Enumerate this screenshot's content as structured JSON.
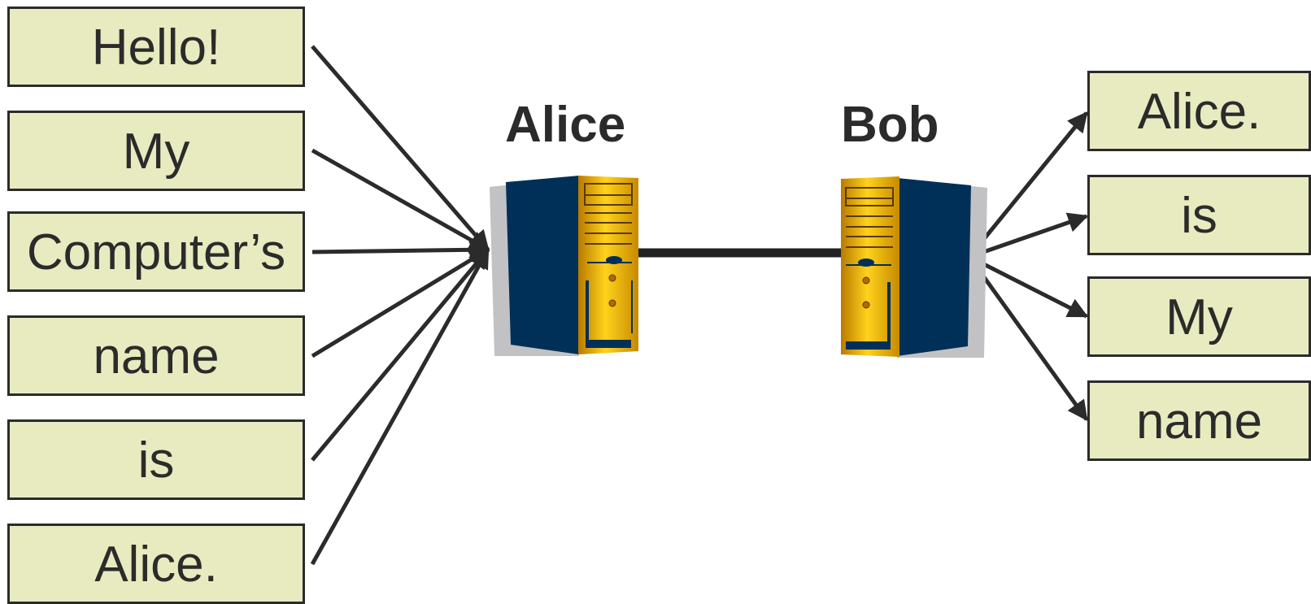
{
  "sender": {
    "name": "Alice",
    "words": [
      "Hello!",
      "My",
      "Computer’s",
      "name",
      "is",
      "Alice."
    ]
  },
  "receiver": {
    "name": "Bob",
    "words": [
      "Alice.",
      "is",
      "My",
      "name"
    ]
  },
  "colors": {
    "box_fill": "#e8ebbf",
    "box_border": "#2b2b2b",
    "text": "#2b2b2b",
    "computer_front": "#e0a400",
    "computer_side": "#003058",
    "computer_shadow": "#c2c2c4",
    "link": "#2b2b2b"
  },
  "icons": [
    "computer-icon",
    "computer-icon"
  ]
}
